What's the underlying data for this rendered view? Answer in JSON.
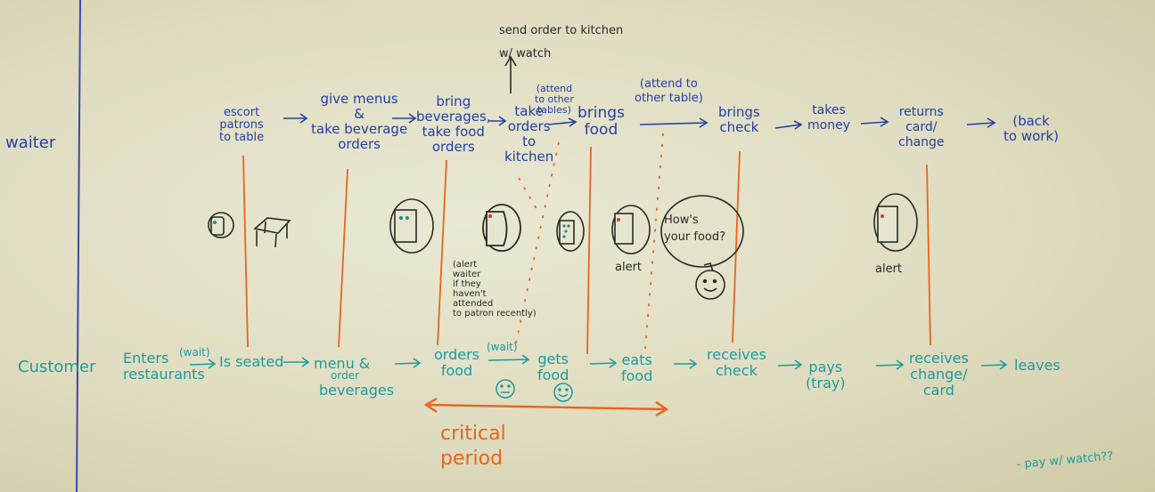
{
  "rows": {
    "waiter": "waiter",
    "customer": "Customer"
  },
  "top_note": "send order to kitchen\nw/ watch",
  "waiter_steps": {
    "escort": "escort\npatrons\nto table",
    "menus": "give menus\n&\ntake beverage\norders",
    "beverages": "bring\nbeverages,\ntake food\norders",
    "take_orders": "take\norders\nto\nkitchen",
    "attend1": "(attend\nto other\ntables)",
    "brings_food": "brings\nfood",
    "attend2": "(attend to\nother table)",
    "brings_check": "brings\ncheck",
    "takes_money": "takes\nmoney",
    "returns": "returns\ncard/\nchange",
    "back": "(back\nto work)"
  },
  "device_notes": {
    "alert_note": "(alert\nwaiter\nif they\nhaven't\nattended\nto patron recently)",
    "alert1": "alert",
    "speech": "How's\nyour food?",
    "alert2": "alert"
  },
  "customer_steps": {
    "enters": "Enters\nrestaurants",
    "wait1": "(wait)",
    "seated": "Is seated",
    "menu": "menu &",
    "order": "order",
    "beverages": "beverages",
    "orders_food": "orders\nfood",
    "wait2": "(wait)",
    "gets_food": "gets\nfood",
    "eats_food": "eats\nfood",
    "receives_check": "receives\ncheck",
    "pays": "pays\n(tray)",
    "receives_change": "receives\nchange/\ncard",
    "leaves": "leaves"
  },
  "critical": "critical\nperiod",
  "footnote": "- pay w/ watch??",
  "colors": {
    "waiter": "#2440a8",
    "customer": "#1c9c9e",
    "accent": "#e8651c",
    "sketch": "#2a2a2a"
  }
}
